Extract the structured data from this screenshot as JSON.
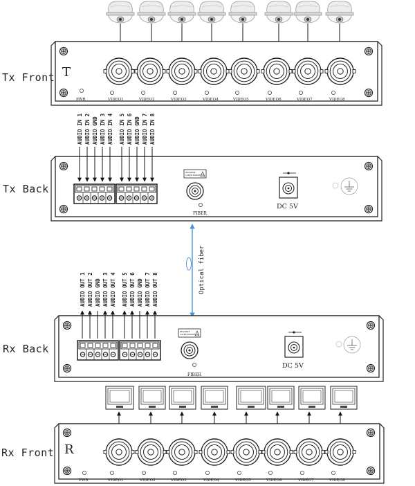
{
  "panels": {
    "tx_front": {
      "title": "Tx Front",
      "letter": "T",
      "pwr": "PWR"
    },
    "tx_back": {
      "title": "Tx Back",
      "fiber": "FIBER",
      "dc": "DC 5V",
      "laser": "INVISIBLE LASER RADIATION"
    },
    "rx_back": {
      "title": "Rx Back",
      "fiber": "FIBER",
      "dc": "DC 5V",
      "laser": "INVISIBLE LASER RADIATION"
    },
    "rx_front": {
      "title": "Rx Front",
      "letter": "R",
      "pwr": "PWR"
    }
  },
  "video_labels": [
    "VIDEO1",
    "VIDEO2",
    "VIDEO3",
    "VIDEO4",
    "VIDEO5",
    "VIDEO6",
    "VIDEO7",
    "VIDEO8"
  ],
  "tx_audio_left": [
    "AUDIO IN 1",
    "AUDIO IN 2",
    "AUDIO GND",
    "AUDIO IN 3",
    "AUDIO IN 4"
  ],
  "tx_audio_right": [
    "AUDIO IN 5",
    "AUDIO IN 6",
    "AUDIO GND",
    "AUDIO IN 7",
    "AUDIO IN 8"
  ],
  "rx_audio_left": [
    "AUDIO OUT 1",
    "AUDIO OUT 2",
    "AUDIO GND",
    "AUDIO OUT 3",
    "AUDIO OUT 4"
  ],
  "rx_audio_right": [
    "AUDIO OUT 5",
    "AUDIO OUT 6",
    "AUDIO GND",
    "AUDIO OUT 7",
    "AUDIO OUT 8"
  ],
  "fiber_link": {
    "label": "Optical fiber"
  },
  "icons": {
    "camera": "dome-camera-icon",
    "monitor": "monitor-icon",
    "ground": "ground-icon"
  }
}
